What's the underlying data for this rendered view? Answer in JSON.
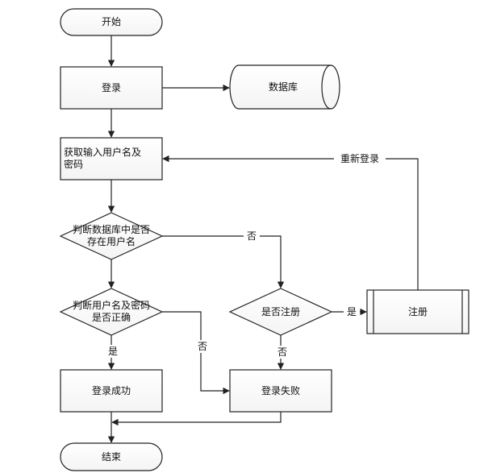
{
  "nodes": {
    "start": "开始",
    "login": "登录",
    "database": "数据库",
    "get_input": "获取输入用户名及密码",
    "check_user": "判断数据库中是否存在用户名",
    "check_pwd": "判断用户名及密码是否正确",
    "register_q": "是否注册",
    "register": "注册",
    "success": "登录成功",
    "fail": "登录失败",
    "end": "结束"
  },
  "edges": {
    "relogin": "重新登录",
    "no_user": "否",
    "yes_pwd": "是",
    "no_pwd": "否",
    "yes_register": "是",
    "no_register": "否"
  }
}
